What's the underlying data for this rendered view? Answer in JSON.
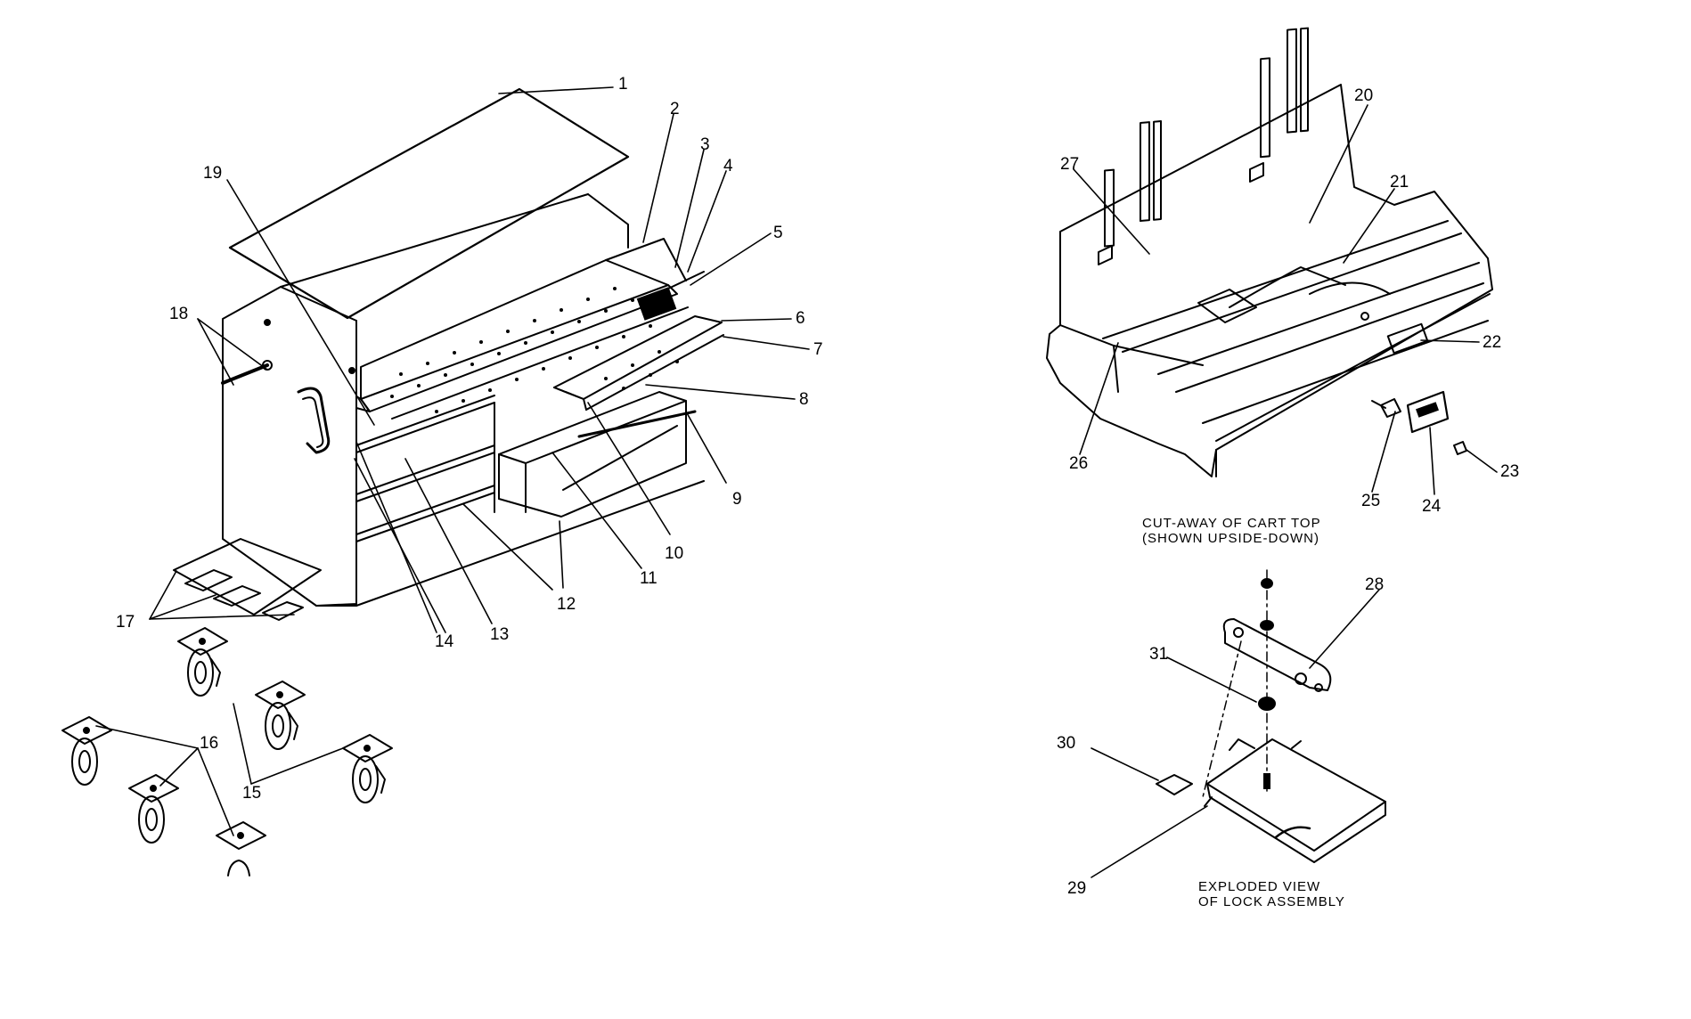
{
  "diagram": {
    "part_numbers": [
      "1",
      "2",
      "3",
      "4",
      "5",
      "6",
      "7",
      "8",
      "9",
      "10",
      "11",
      "12",
      "13",
      "14",
      "15",
      "16",
      "17",
      "18",
      "19",
      "20",
      "21",
      "22",
      "23",
      "24",
      "25",
      "26",
      "27",
      "28",
      "29",
      "30",
      "31"
    ],
    "captions": {
      "cart_top_line1": "CUT-AWAY OF CART TOP",
      "cart_top_line2": "(SHOWN UPSIDE-DOWN)",
      "lock_line1": "EXPLODED VIEW",
      "lock_line2": "OF LOCK ASSEMBLY"
    },
    "colors": {
      "line": "#000000",
      "background": "#ffffff"
    }
  }
}
